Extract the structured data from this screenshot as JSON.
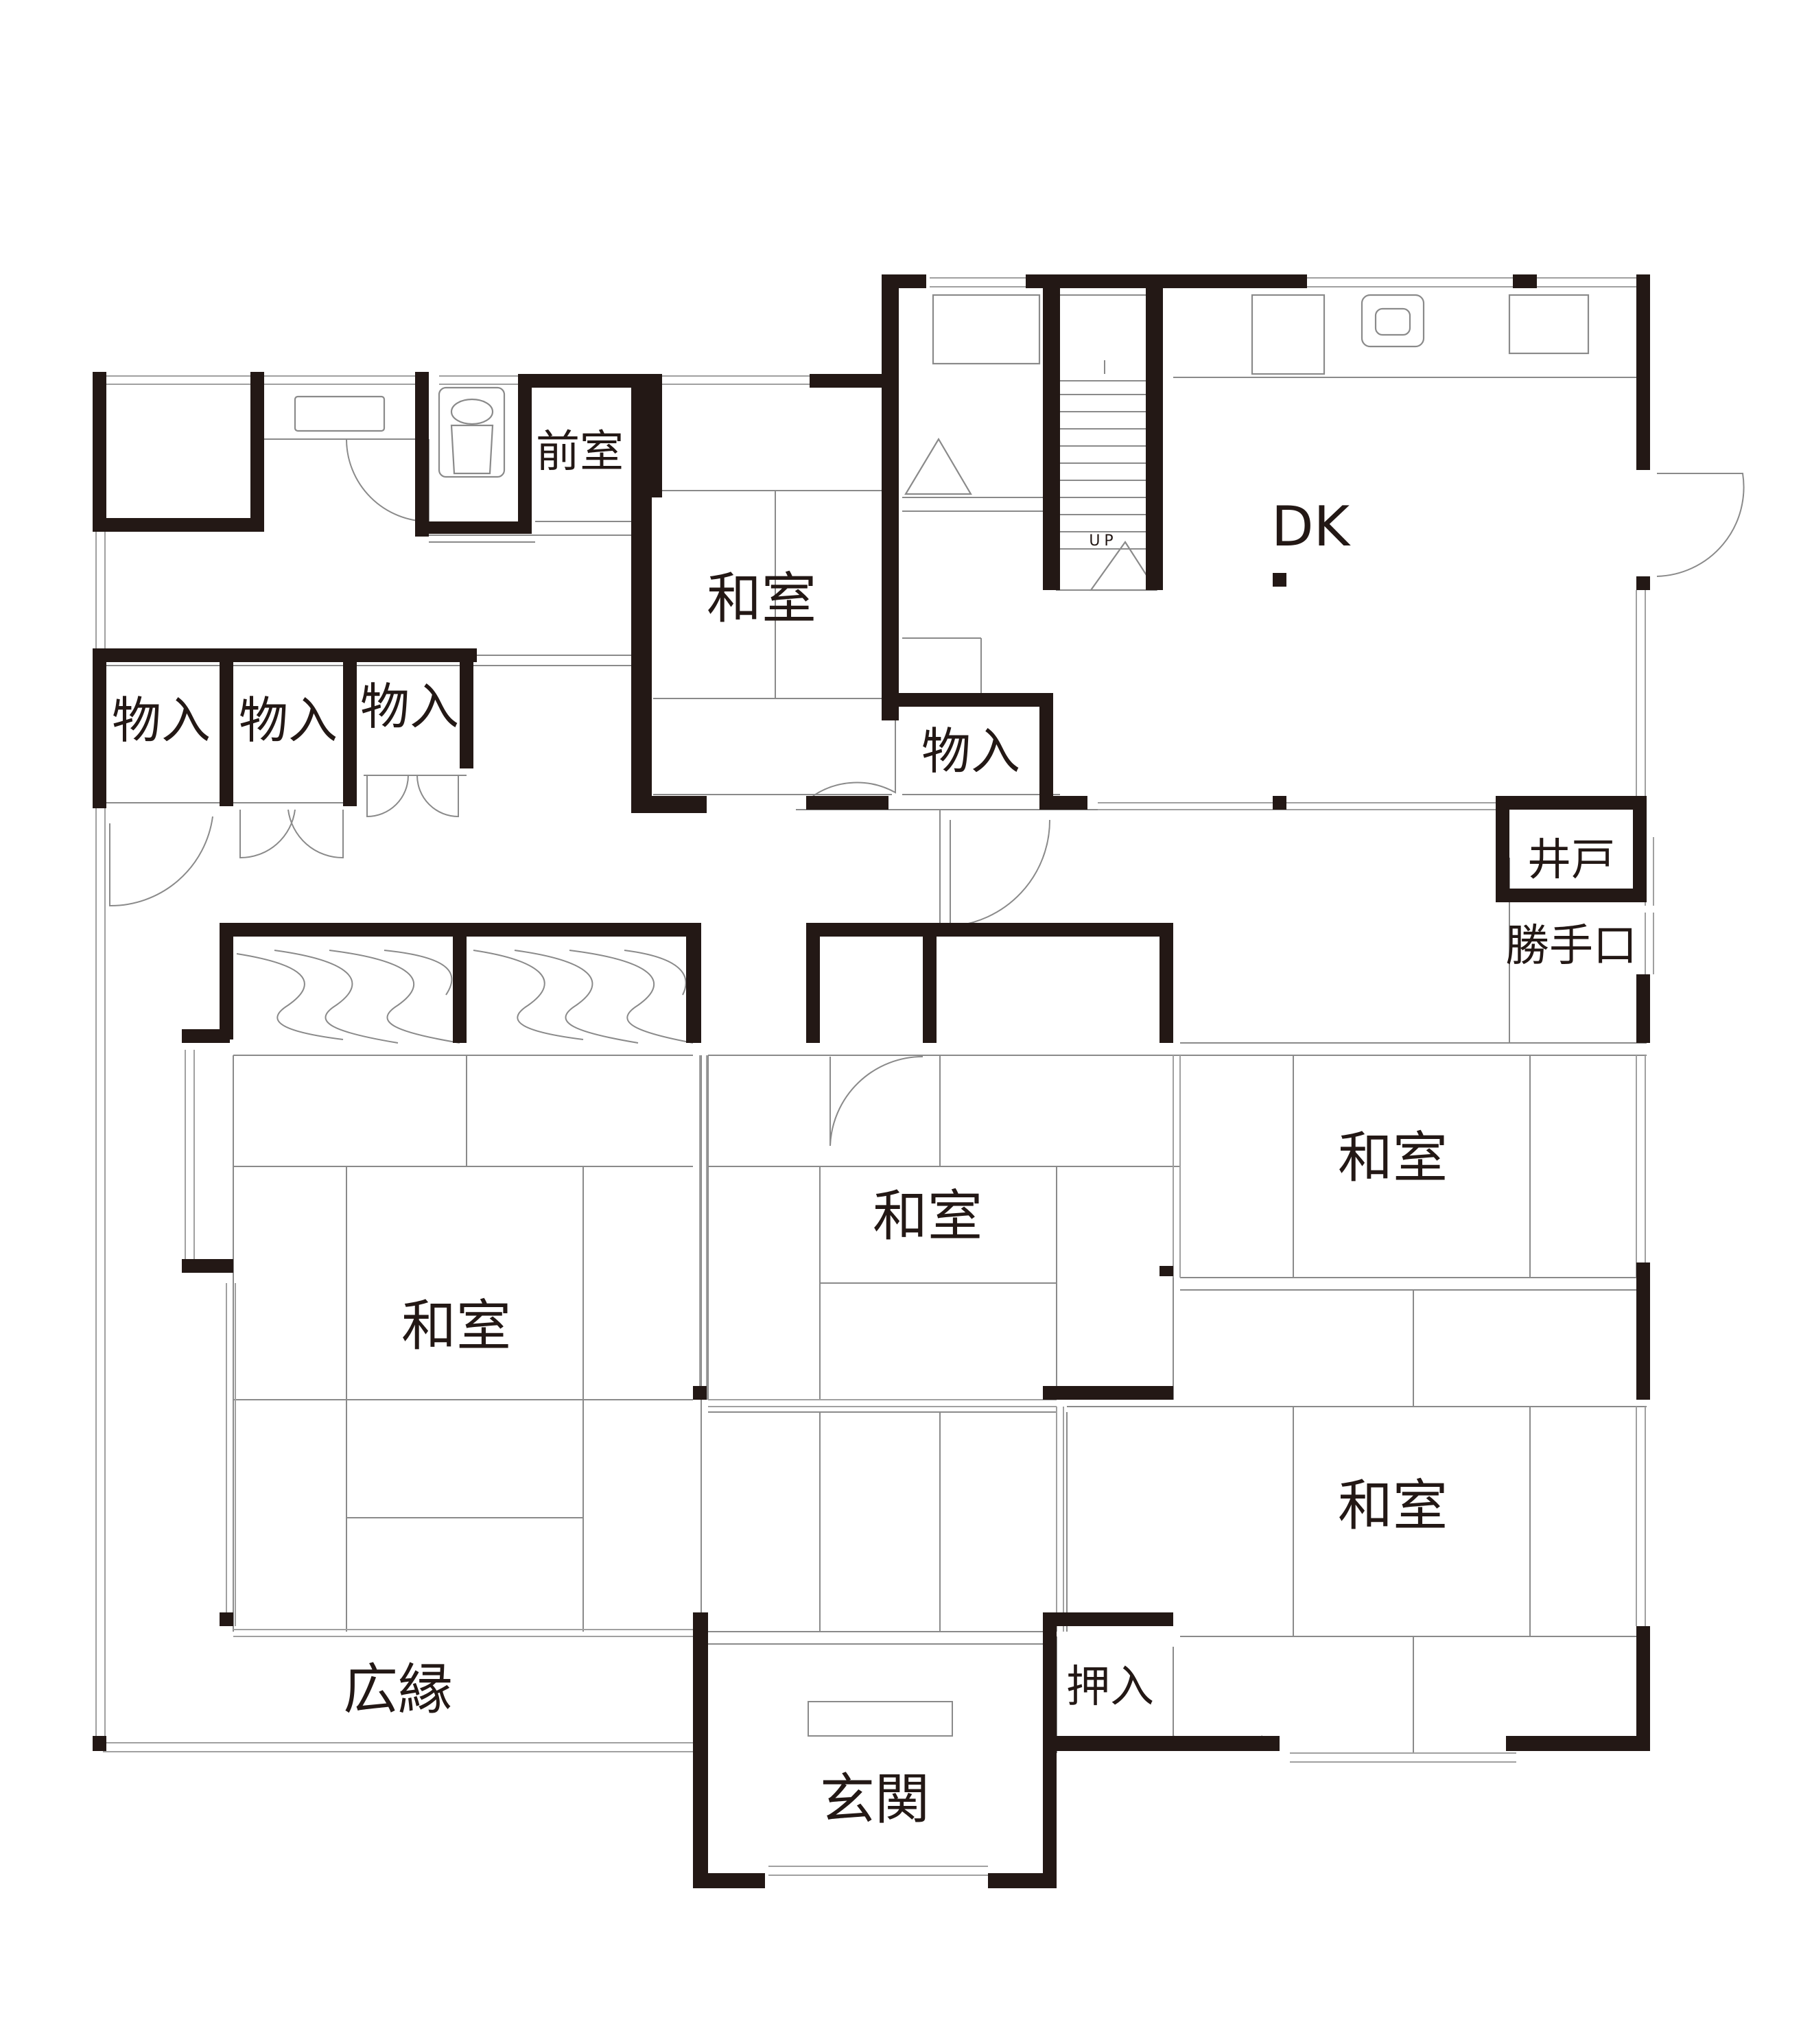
{
  "rooms": {
    "wa_center_top": "和室",
    "wa_big": "和室",
    "wa_mid": "和室",
    "wa_right_upper": "和室",
    "wa_right_lower": "和室",
    "dk": "DK",
    "zenshitsu": "前室",
    "monoire_1": "物入",
    "monoire_2": "物入",
    "monoire_3": "物入",
    "monoire_dk": "物入",
    "ido": "井戸",
    "katteguchi": "勝手口",
    "oshiire": "押入",
    "hiroen": "広縁",
    "genkan": "玄関",
    "stair_up": "UP"
  }
}
